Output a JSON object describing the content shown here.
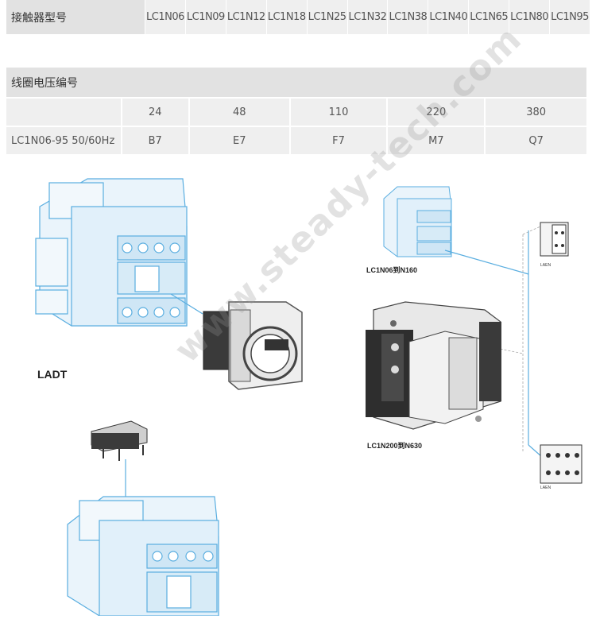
{
  "table1": {
    "header": "接触器型号",
    "models": [
      "LC1N06",
      "LC1N09",
      "LC1N12",
      "LC1N18",
      "LC1N25",
      "LC1N32",
      "LC1N38",
      "LC1N40",
      "LC1N65",
      "LC1N80",
      "LC1N95"
    ]
  },
  "table2": {
    "title": "线圈电压编号",
    "voltages": [
      "24",
      "48",
      "110",
      "220",
      "380"
    ],
    "row_label": "LC1N06-95 50/60Hz",
    "codes": [
      "B7",
      "E7",
      "F7",
      "M7",
      "Q7"
    ]
  },
  "figure": {
    "ladt_label": "LADT",
    "small_range_label": "LC1N06到N160",
    "large_range_label": "LC1N200到N630",
    "laen_top": "LAEN",
    "laen_bottom": "LAEN",
    "watermark": "www.steady-tech.com"
  },
  "colors": {
    "line": "#5aaee0",
    "fill": "#d8ecf8",
    "table_header": "#e2e2e2",
    "table_cell": "#efefef"
  }
}
